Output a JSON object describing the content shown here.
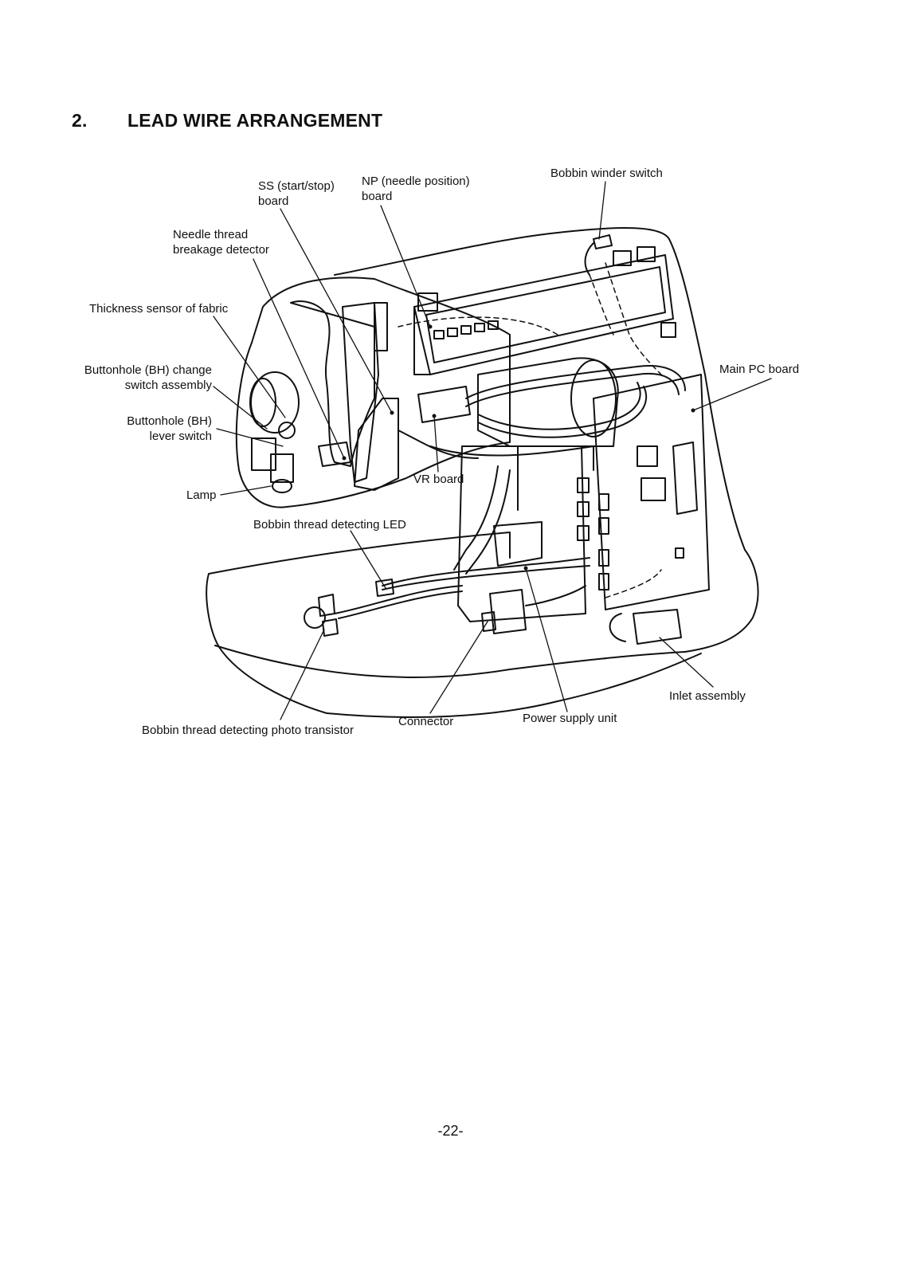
{
  "section": {
    "number": "2.",
    "title": "LEAD WIRE ARRANGEMENT"
  },
  "callouts": {
    "ss_board": "SS (start/stop)\nboard",
    "np_board": "NP (needle position)\nboard",
    "bobbin_winder_switch": "Bobbin winder switch",
    "needle_thread_detector": "Needle thread\nbreakage detector",
    "thickness_sensor": "Thickness sensor of fabric",
    "bh_change_switch": "Buttonhole (BH) change\nswitch assembly",
    "main_pc_board": "Main PC board",
    "bh_lever_switch": "Buttonhole (BH)\nlever switch",
    "vr_board": "VR board",
    "lamp": "Lamp",
    "bobbin_led": "Bobbin thread detecting LED",
    "inlet_assembly": "Inlet assembly",
    "power_supply_unit": "Power supply unit",
    "connector": "Connector",
    "photo_transistor": "Bobbin thread detecting photo transistor"
  },
  "page_number": "-22-"
}
